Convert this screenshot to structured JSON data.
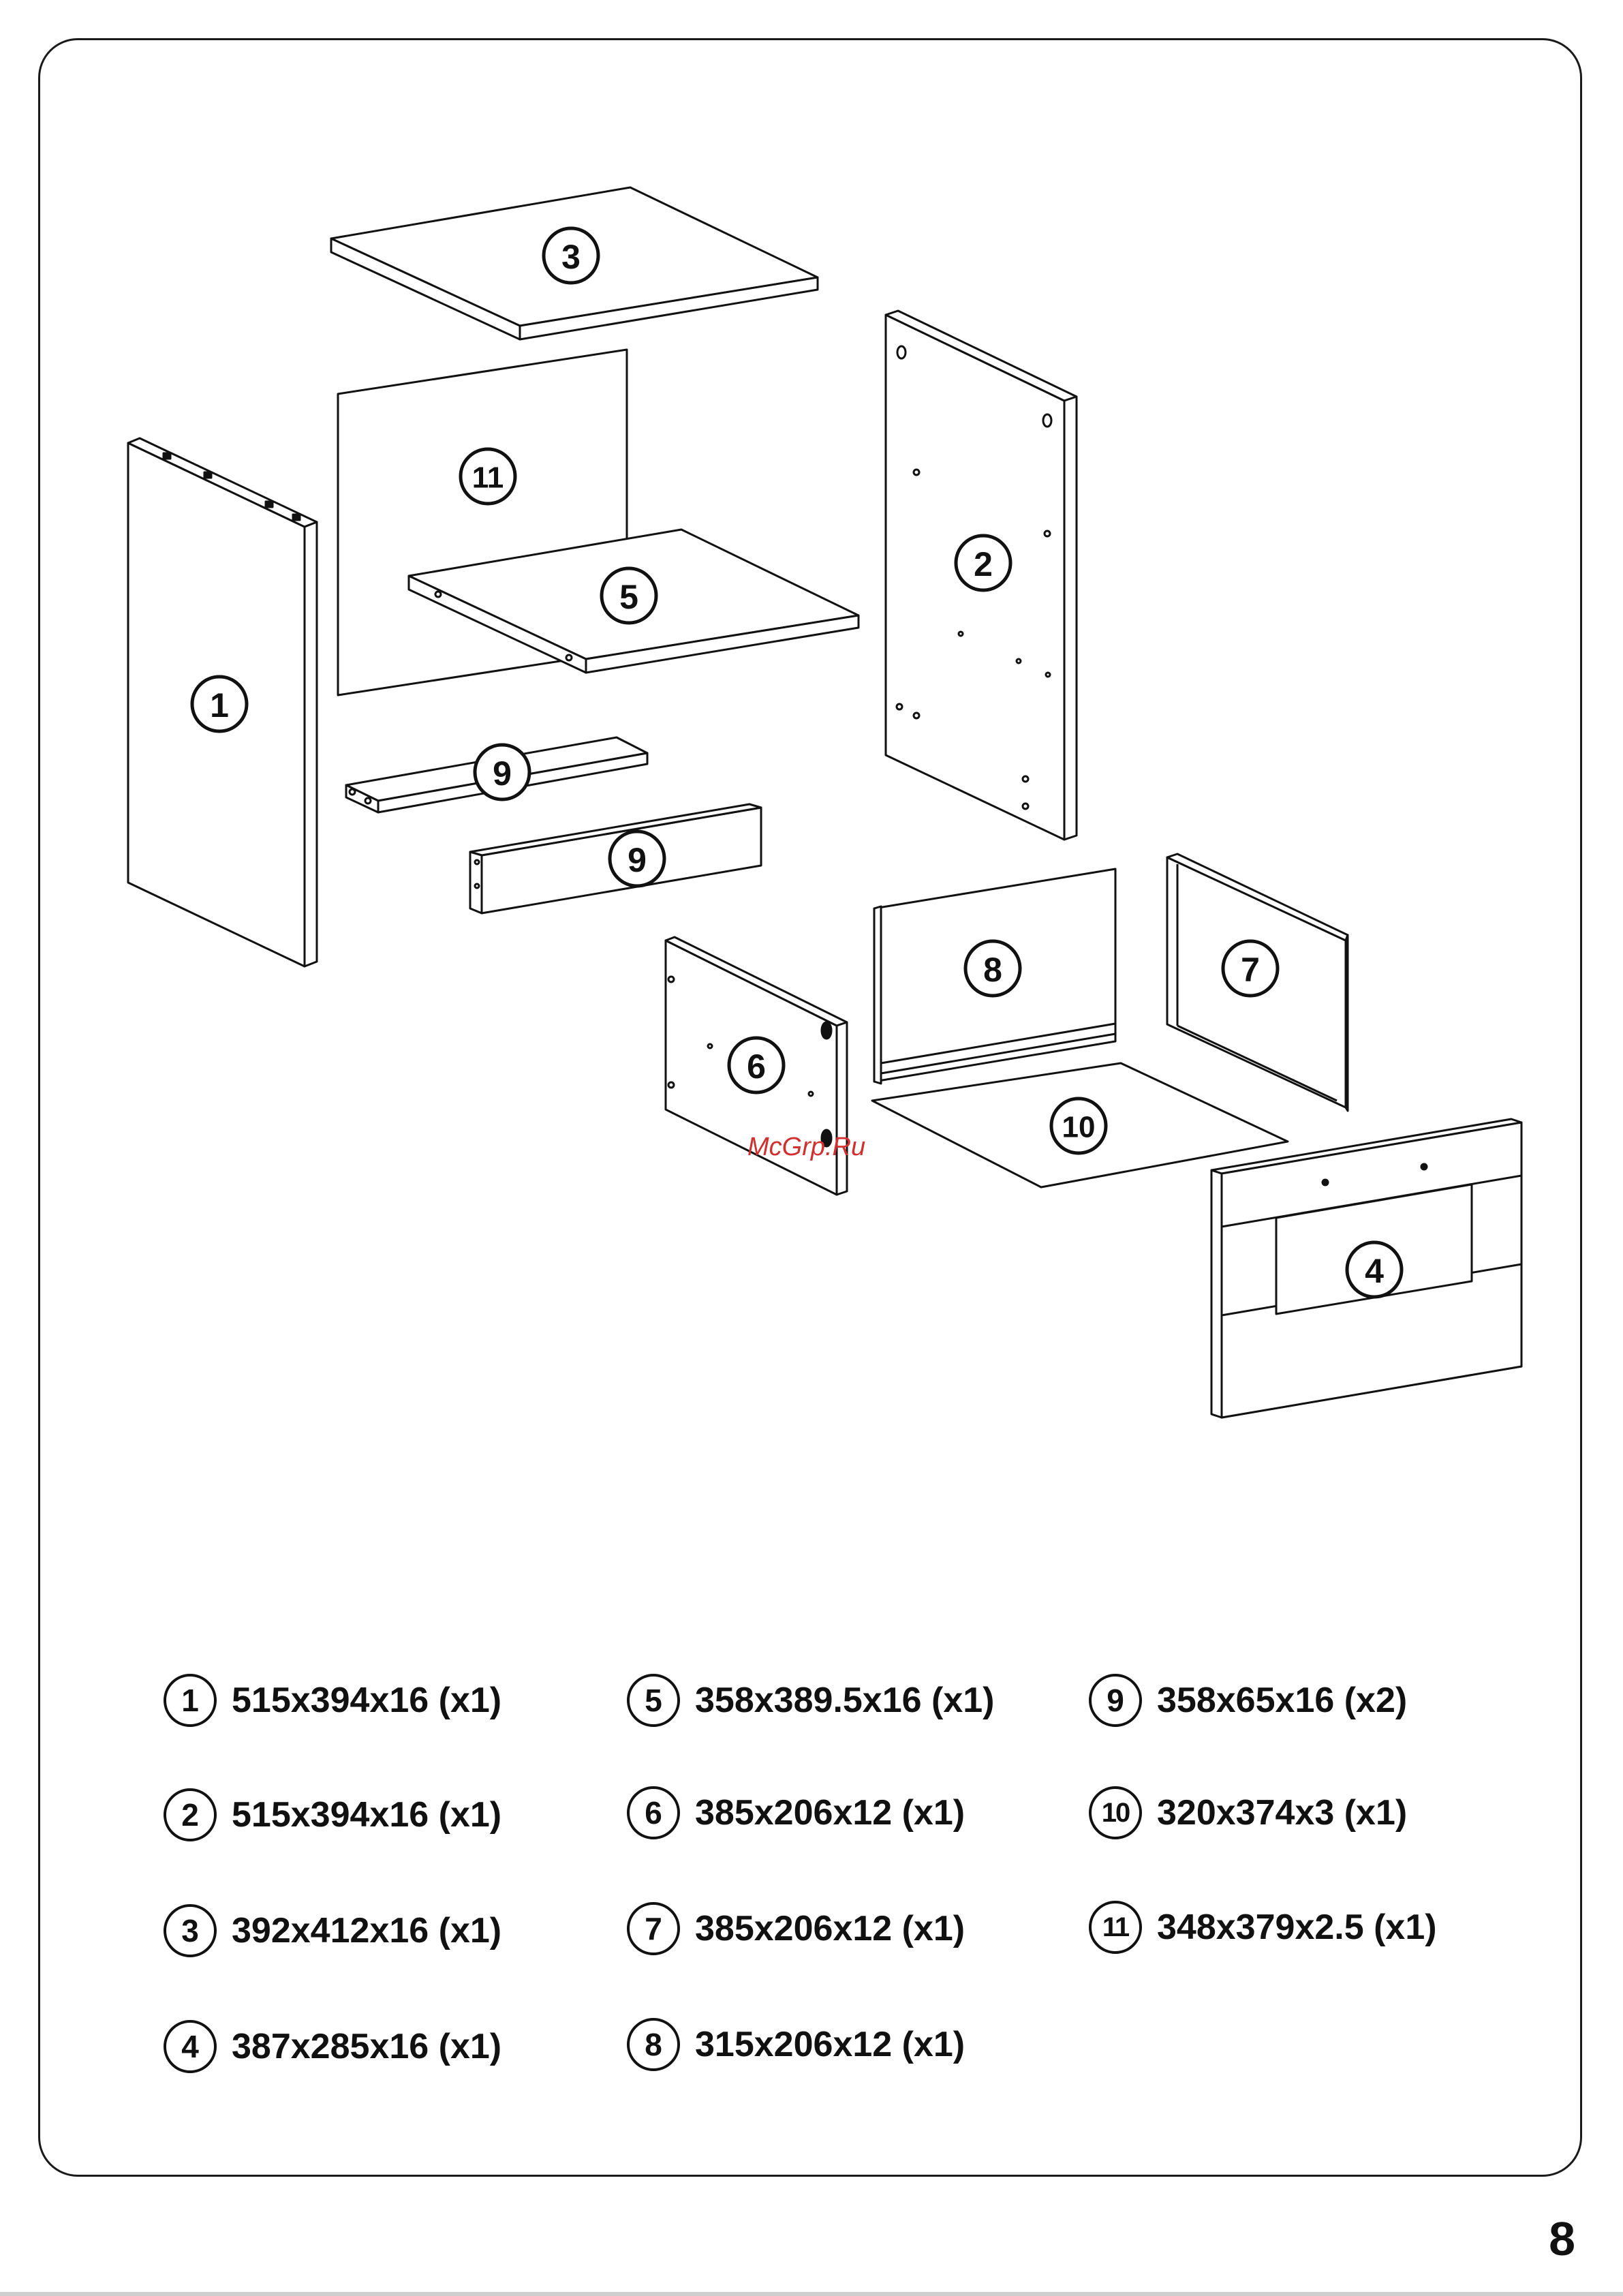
{
  "parts": [
    {
      "number": "1",
      "dims": "515x394x16 (x1)"
    },
    {
      "number": "2",
      "dims": "515x394x16 (x1)"
    },
    {
      "number": "3",
      "dims": "392x412x16 (x1)"
    },
    {
      "number": "4",
      "dims": "387x285x16 (x1)"
    },
    {
      "number": "5",
      "dims": "358x389.5x16 (x1)"
    },
    {
      "number": "6",
      "dims": "385x206x12 (x1)"
    },
    {
      "number": "7",
      "dims": "385x206x12 (x1)"
    },
    {
      "number": "8",
      "dims": "315x206x12 (x1)"
    },
    {
      "number": "9",
      "dims": "358x65x16 (x2)"
    },
    {
      "number": "10",
      "dims": "320x374x3 (x1)"
    },
    {
      "number": "11",
      "dims": "348x379x2.5 (x1)"
    }
  ],
  "diagram_labels": {
    "p1": "1",
    "p2": "2",
    "p3": "3",
    "p4": "4",
    "p5": "5",
    "p6": "6",
    "p7": "7",
    "p8": "8",
    "p9a": "9",
    "p9b": "9",
    "p10": "10",
    "p11": "11"
  },
  "watermark": "McGrp.Ru",
  "page_number": "8"
}
